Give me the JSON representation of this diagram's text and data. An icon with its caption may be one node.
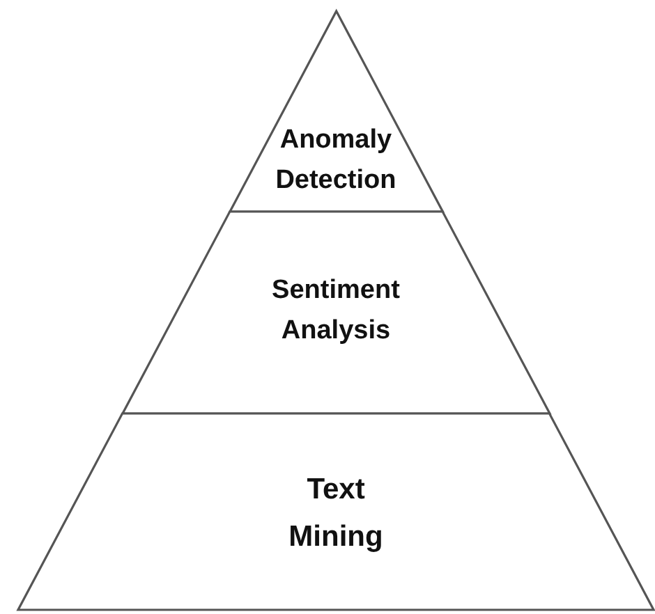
{
  "diagram": {
    "nodes": [
      {
        "text": [
          "Anomaly Detection"
        ]
      },
      {
        "text": [
          "Sentiment Analysis"
        ]
      },
      {
        "text": [
          "Text Mining"
        ]
      }
    ]
  }
}
